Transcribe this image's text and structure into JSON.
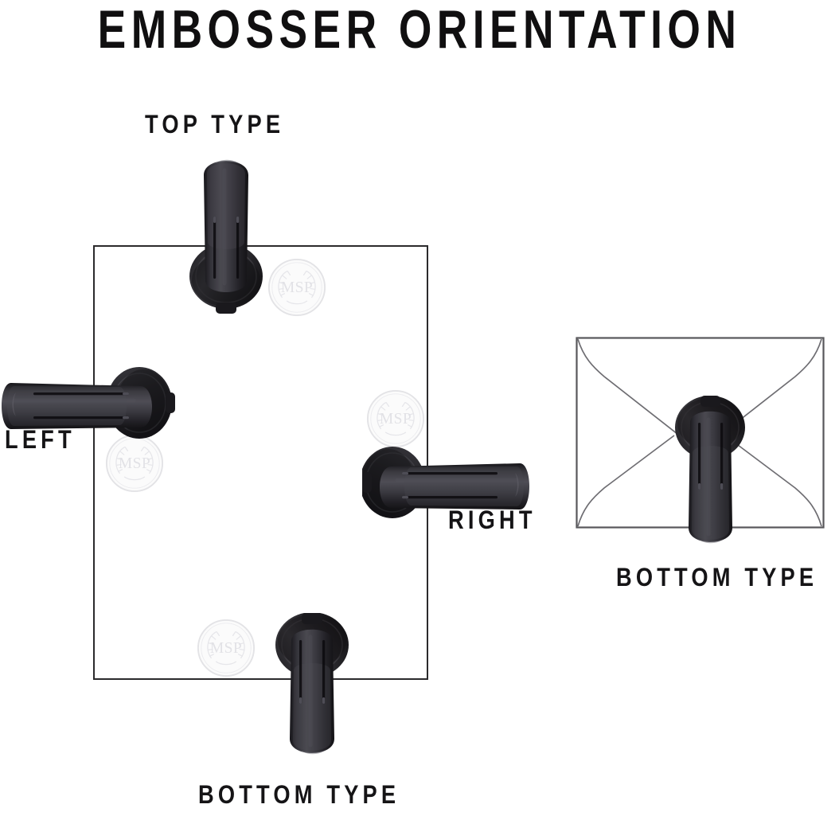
{
  "page": {
    "background_color": "#ffffff",
    "title": "EMBOSSER ORIENTATION",
    "title_color": "#100f10"
  },
  "labels": {
    "top_type": "TOP TYPE",
    "left": "LEFT",
    "right": "RIGHT",
    "bottom_type_envelope": "BOTTOM TYPE",
    "bottom_type_paper": "BOTTOM TYPE"
  },
  "diagram": {
    "paper": {
      "name": "paper-sheet",
      "border_color": "#2b2a2c",
      "fill_color": "#ffffff"
    },
    "envelope": {
      "name": "envelope-outline",
      "line_color": "#5d5c60",
      "fill_color": "#ffffff"
    },
    "embossers": [
      {
        "position": "top",
        "orientation": "vertical",
        "label": "TOP TYPE",
        "handle_direction": "up",
        "color": "#2e2d31"
      },
      {
        "position": "left",
        "orientation": "horizontal",
        "label": "LEFT",
        "handle_direction": "left",
        "color": "#2e2d31"
      },
      {
        "position": "right",
        "orientation": "horizontal",
        "label": "RIGHT",
        "handle_direction": "right",
        "color": "#2e2d31"
      },
      {
        "position": "bottom-paper",
        "orientation": "vertical",
        "label": "BOTTOM TYPE",
        "handle_direction": "down",
        "color": "#2e2d31"
      },
      {
        "position": "bottom-envelope",
        "orientation": "vertical",
        "label": "BOTTOM TYPE",
        "handle_direction": "down",
        "color": "#2e2d31"
      }
    ],
    "seals": {
      "monogram": "MSP",
      "style": "embossed-wreath-circle",
      "color": "#e6e6e8",
      "count": 4
    }
  }
}
